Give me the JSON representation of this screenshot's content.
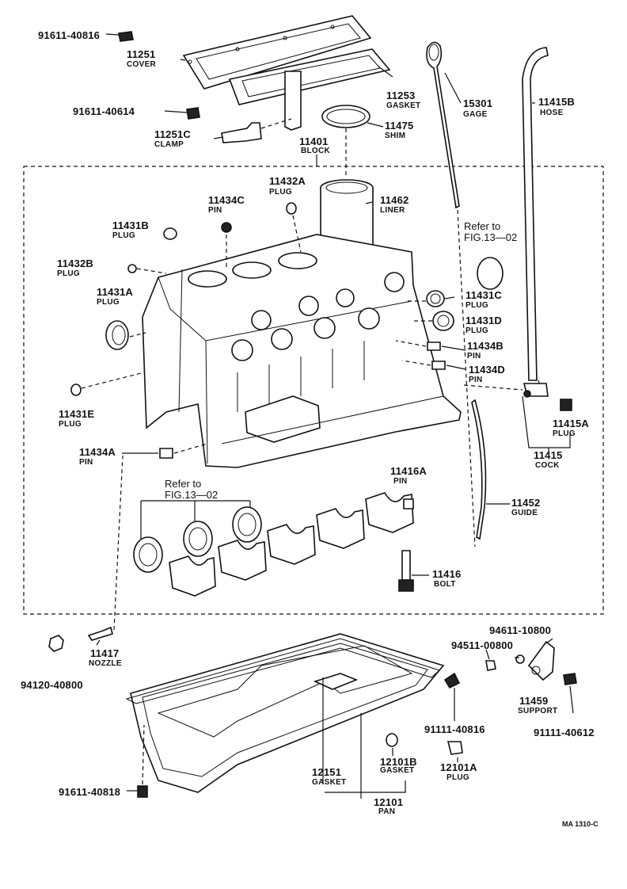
{
  "parts": {
    "p91611_40816": {
      "number": "91611-40816"
    },
    "p11251": {
      "number": "11251",
      "name": "COVER"
    },
    "p91611_40614": {
      "number": "91611-40614"
    },
    "p11251C": {
      "number": "11251C",
      "name": "CLAMP"
    },
    "p11253": {
      "number": "11253",
      "name": "GASKET"
    },
    "p11475": {
      "number": "11475",
      "name": "SHIM"
    },
    "p15301": {
      "number": "15301",
      "name": "GAGE"
    },
    "p11415B": {
      "number": "11415B",
      "name": "HOSE"
    },
    "p11401": {
      "number": "11401",
      "name": "BLOCK"
    },
    "p11432A": {
      "number": "11432A",
      "name": "PLUG"
    },
    "p11434C": {
      "number": "11434C",
      "name": "PIN"
    },
    "p11462": {
      "number": "11462",
      "name": "LINER"
    },
    "p11431B": {
      "number": "11431B",
      "name": "PLUG"
    },
    "p11432B": {
      "number": "11432B",
      "name": "PLUG"
    },
    "p11431A": {
      "number": "11431A",
      "name": "PLUG"
    },
    "p11431C": {
      "number": "11431C",
      "name": "PLUG"
    },
    "p11431D": {
      "number": "11431D",
      "name": "PLUG"
    },
    "p11434B": {
      "number": "11434B",
      "name": "PIN"
    },
    "p11434D": {
      "number": "11434D",
      "name": "PIN"
    },
    "p11431E": {
      "number": "11431E",
      "name": "PLUG"
    },
    "p11415A": {
      "number": "11415A",
      "name": "PLUG"
    },
    "p11415": {
      "number": "11415",
      "name": "COCK"
    },
    "p11434A": {
      "number": "11434A",
      "name": "PIN"
    },
    "p11416A": {
      "number": "11416A",
      "name": "PIN"
    },
    "p11452": {
      "number": "11452",
      "name": "GUIDE"
    },
    "p11416": {
      "number": "11416",
      "name": "BOLT"
    },
    "p11417": {
      "number": "11417",
      "name": "NOZZLE"
    },
    "p94120_40800": {
      "number": "94120-40800"
    },
    "p94611_10800": {
      "number": "94611-10800"
    },
    "p94511_00800": {
      "number": "94511-00800"
    },
    "p91111_40816": {
      "number": "91111-40816"
    },
    "p11459": {
      "number": "11459",
      "name": "SUPPORT"
    },
    "p91111_40612": {
      "number": "91111-40612"
    },
    "p12151": {
      "number": "12151",
      "name": "GASKET"
    },
    "p12101B": {
      "number": "12101B",
      "name": "GASKET"
    },
    "p12101A": {
      "number": "12101A",
      "name": "PLUG"
    },
    "p91611_40818": {
      "number": "91611-40818"
    },
    "p12101": {
      "number": "12101",
      "name": "PAN"
    }
  },
  "refs": {
    "ref_top": {
      "line1": "Refer to",
      "line2": "FIG.13—02"
    },
    "ref_bearings": {
      "line1": "Refer to",
      "line2": "FIG.13—02"
    }
  },
  "figure_code": "MA 1310-C"
}
